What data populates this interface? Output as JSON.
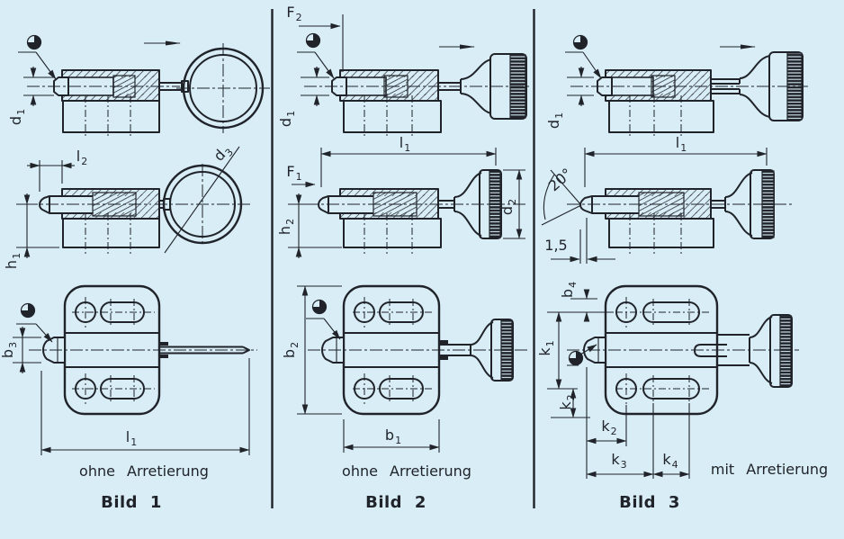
{
  "page": {
    "background": "#d9edf7",
    "ink": "#20242a",
    "divider_color": "#20242a"
  },
  "icons": {
    "datum": "datum-target-icon",
    "direction": "direction-arrow-icon"
  },
  "panels": [
    {
      "name": "bild-1",
      "caption": "ohne Arretierung",
      "title": "Bild 1",
      "labels": {
        "d1": {
          "text": "d",
          "sub": "1"
        },
        "l2": {
          "text": "l",
          "sub": "2"
        },
        "d3": {
          "text": "d",
          "sub": "3"
        },
        "h1": {
          "text": "h",
          "sub": "1"
        },
        "b3": {
          "text": "b",
          "sub": "3"
        },
        "l1": {
          "text": "l",
          "sub": "1"
        }
      }
    },
    {
      "name": "bild-2",
      "caption": "ohne Arretierung",
      "title": "Bild 2",
      "labels": {
        "F2": {
          "text": "F",
          "sub": "2"
        },
        "d1": {
          "text": "d",
          "sub": "1"
        },
        "l1": {
          "text": "l",
          "sub": "1"
        },
        "F1": {
          "text": "F",
          "sub": "1"
        },
        "h2": {
          "text": "h",
          "sub": "2"
        },
        "d2": {
          "text": "d",
          "sub": "2"
        },
        "b2": {
          "text": "b",
          "sub": "2"
        },
        "b1": {
          "text": "b",
          "sub": "1"
        }
      }
    },
    {
      "name": "bild-3",
      "caption": "mit Arretierung",
      "title": "Bild 3",
      "labels": {
        "d1": {
          "text": "d",
          "sub": "1"
        },
        "l1": {
          "text": "l",
          "sub": "1"
        },
        "angle": {
          "text": "20°",
          "sub": ""
        },
        "tip": {
          "text": "1,5",
          "sub": ""
        },
        "b4": {
          "text": "b",
          "sub": "4"
        },
        "k1": {
          "text": "k",
          "sub": "1"
        },
        "k2_left": {
          "text": "k",
          "sub": "2"
        },
        "k2_bottom": {
          "text": "k",
          "sub": "2"
        },
        "k3": {
          "text": "k",
          "sub": "3"
        },
        "k4": {
          "text": "k",
          "sub": "4"
        }
      }
    }
  ]
}
